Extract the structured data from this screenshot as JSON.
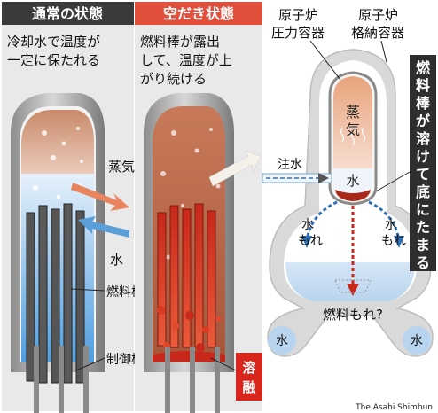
{
  "panel_left": {
    "title": "通常の状態",
    "description_lines": [
      "冷却水で温度が",
      "一定に保たれる"
    ],
    "labels": {
      "steam": "蒸気",
      "water": "水",
      "fuel_rod": "燃料棒",
      "control_rod": "制御棒"
    }
  },
  "panel_middle": {
    "title": "空だき状態",
    "description_lines": [
      "燃料棒が露出",
      "して、温度が上",
      "がり続ける"
    ],
    "melt_label": "溶融"
  },
  "panel_right": {
    "pressure_vessel_label_lines": [
      "原子炉",
      "圧力容器"
    ],
    "containment_vessel_label_lines": [
      "原子炉",
      "格納容器"
    ],
    "vertical_caption": "燃料棒が溶けて底にたまる",
    "steam_label": "蒸気",
    "water_label": "水",
    "injection_label": "注水",
    "leak_left": [
      "水",
      "もれ"
    ],
    "leak_right": [
      "水",
      "もれ"
    ],
    "fuel_leak_label": "燃料もれ?",
    "water_left": "水",
    "water_right": "水"
  },
  "credit": "The Asahi Shimbun",
  "colors": {
    "banner_dark": "#3a3a3a",
    "banner_red": "#e2503c",
    "panel_bg": "#e4e4e4",
    "steam": "#e0a383",
    "water": "#5aa7e0",
    "melt": "#c8281a",
    "arrow_blue": "#2f6fb6"
  }
}
